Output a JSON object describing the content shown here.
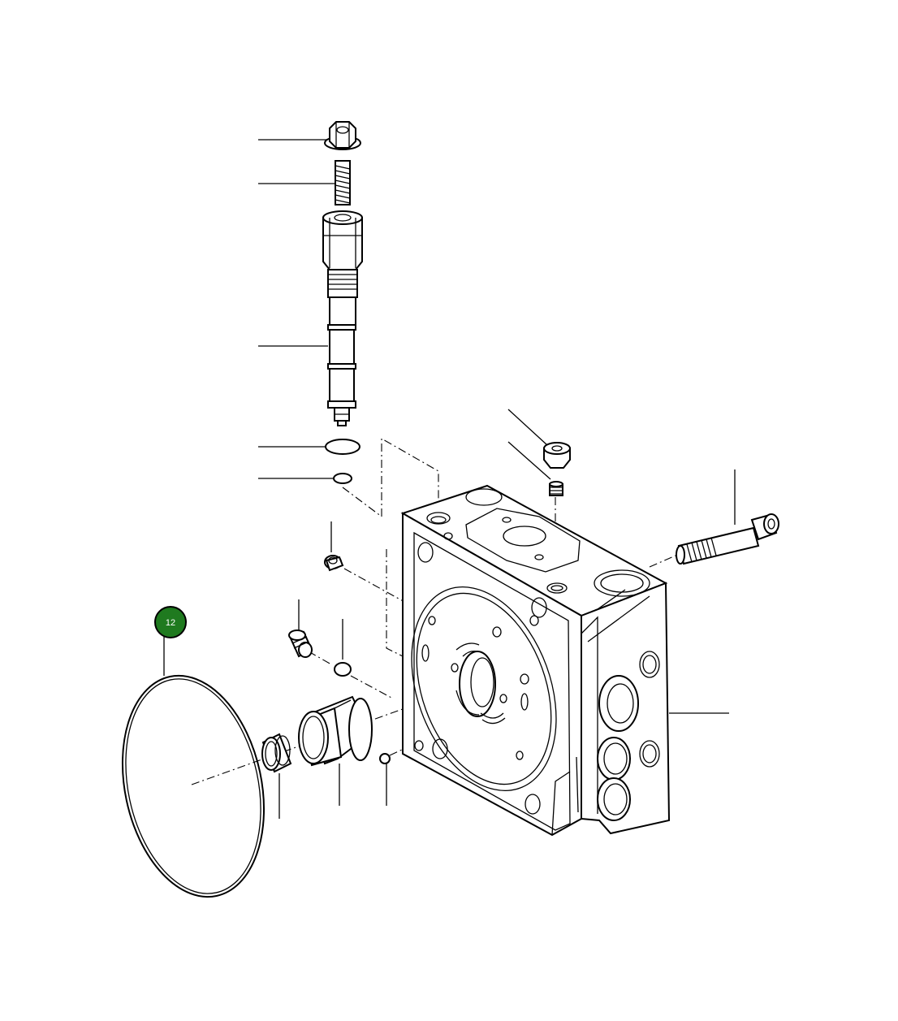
{
  "callouts": [
    {
      "id": "12",
      "label": "12",
      "part": "large-o-ring",
      "color": "#1f7a1f"
    }
  ],
  "colors": {
    "line": "#000000",
    "background": "#ffffff",
    "callout_fill": "#1f7a1f",
    "callout_text": "#ffffff"
  }
}
